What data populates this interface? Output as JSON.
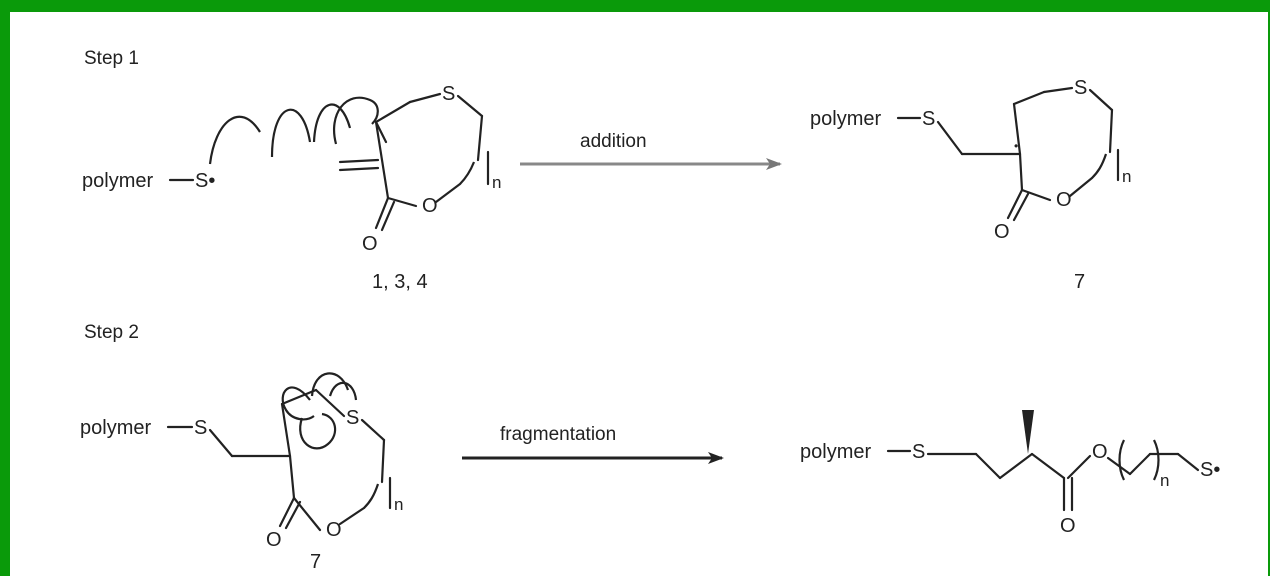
{
  "steps": {
    "step1": {
      "label": "Step 1",
      "reactant_polymer": "polymer",
      "reactant_sulfur_radical": "S•",
      "ring_sulfur": "S",
      "ring_oxygen": "O",
      "carbonyl_oxygen": "O",
      "ring_subscript": "n",
      "reactant_ids": "1, 3, 4",
      "reaction_label": "addition",
      "product_polymer": "polymer",
      "product_sulfur": "S",
      "product_ring_sulfur": "S",
      "product_ring_oxygen": "O",
      "product_carbonyl_oxygen": "O",
      "product_subscript": "n",
      "product_id": "7"
    },
    "step2": {
      "label": "Step 2",
      "reactant_polymer": "polymer",
      "reactant_sulfur": "S",
      "ring_sulfur": "S",
      "ring_oxygen": "O",
      "carbonyl_oxygen": "O",
      "ring_subscript": "n",
      "reactant_id": "7",
      "reaction_label": "fragmentation",
      "product_polymer": "polymer",
      "product_sulfur": "S",
      "product_ester_oxygen": "O",
      "product_carbonyl_oxygen": "O",
      "product_subscript": "n",
      "product_sulfur_radical": "S•"
    }
  },
  "colors": {
    "border": "#0a9a0a",
    "ink": "#222222",
    "arrow_addition": "#888888",
    "arrow_fragmentation": "#222222"
  }
}
